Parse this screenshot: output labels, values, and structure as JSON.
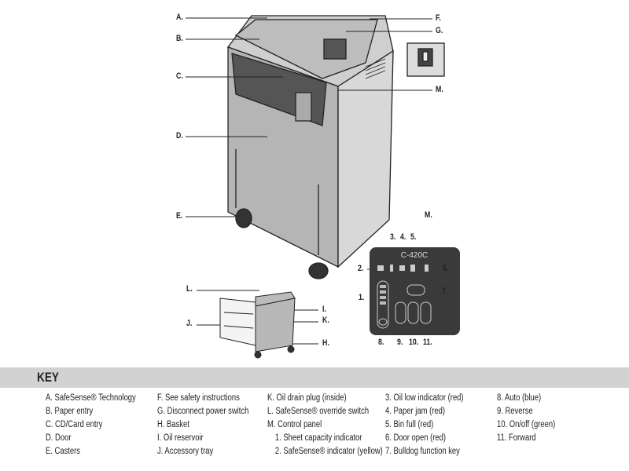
{
  "callouts": {
    "main": [
      "A.",
      "B.",
      "C.",
      "D.",
      "E.",
      "F.",
      "G.",
      "M."
    ],
    "small": [
      "L.",
      "I.",
      "J.",
      "K.",
      "H."
    ],
    "panel": [
      "M.",
      "3.",
      "4.",
      "5.",
      "2.",
      "6.",
      "1.",
      "7.",
      "8.",
      "9.",
      "10.",
      "11."
    ]
  },
  "panel_logo": "C-420C",
  "key": {
    "title": "KEY",
    "columns": [
      [
        "A. SafeSense® Technology",
        "B. Paper entry",
        "C. CD/Card entry",
        "D. Door",
        "E. Casters"
      ],
      [
        "F.  See safety instructions",
        "G. Disconnect power switch",
        "H. Basket",
        "I.  Oil reservoir",
        "J.  Accessory tray"
      ],
      [
        "K. Oil drain plug (inside)",
        "L.  SafeSense® override switch",
        "M. Control panel",
        "1. Sheet capacity indicator",
        "2. SafeSense® indicator (yellow)"
      ],
      [
        "3. Oil low indicator (red)",
        "4. Paper jam (red)",
        "5. Bin full (red)",
        "6. Door open (red)",
        "7. Bulldog function key"
      ],
      [
        "8. Auto (blue)",
        "9. Reverse",
        "10. On/off (green)",
        "11. Forward"
      ]
    ]
  }
}
